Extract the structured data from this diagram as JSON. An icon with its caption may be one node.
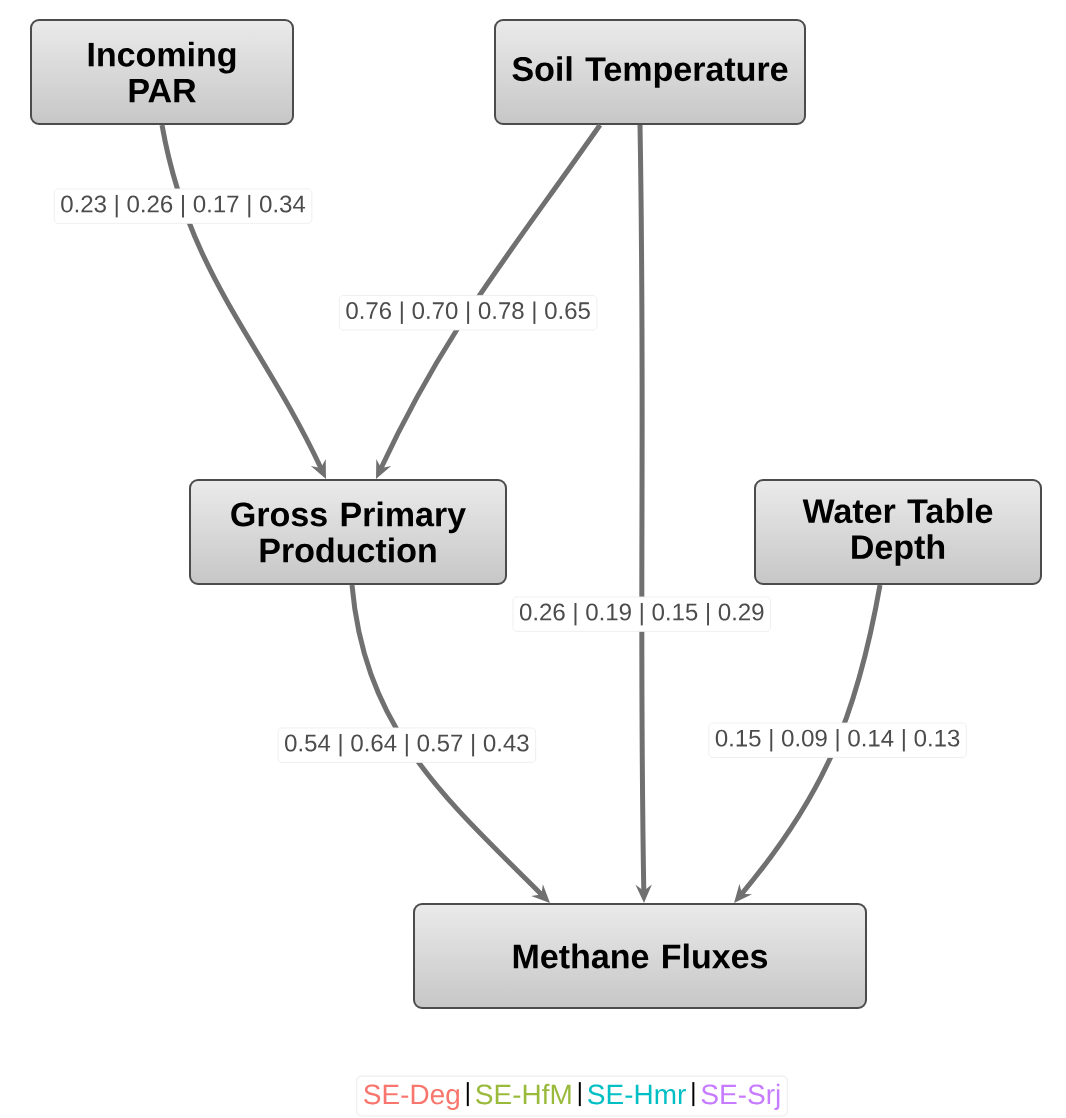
{
  "diagram": {
    "nodes": [
      {
        "text": [
          "Incoming PAR"
        ]
      },
      {
        "text": [
          "Soil Temperature"
        ]
      },
      {
        "text": [
          "Gross Primary Production"
        ]
      },
      {
        "text": [
          "Water Table Depth"
        ]
      },
      {
        "text": [
          "Methane Fluxes"
        ]
      }
    ],
    "edges": [
      {
        "from": 0,
        "to": 2,
        "arrow": "to",
        "label": "0.23 | 0.26 | 0.17 | 0.34"
      },
      {
        "from": 1,
        "to": 2,
        "arrow": "to",
        "label": "0.76 | 0.70 | 0.78 | 0.65"
      },
      {
        "from": 1,
        "to": 4,
        "arrow": "to",
        "label": "0.26 | 0.19 | 0.15 | 0.29"
      },
      {
        "from": 2,
        "to": 4,
        "arrow": "to",
        "label": "0.54 | 0.64 | 0.57 | 0.43"
      },
      {
        "from": 3,
        "to": 4,
        "arrow": "to",
        "label": "0.15 | 0.09 | 0.14 | 0.13"
      }
    ],
    "legend": [
      {
        "text": "SE-Deg",
        "color": "#f8766d"
      },
      {
        "text": "SE-HfM",
        "color": "#9aba3c"
      },
      {
        "text": "SE-Hmr",
        "color": "#00bfc4"
      },
      {
        "text": "SE-Srj",
        "color": "#c77cff"
      }
    ]
  }
}
